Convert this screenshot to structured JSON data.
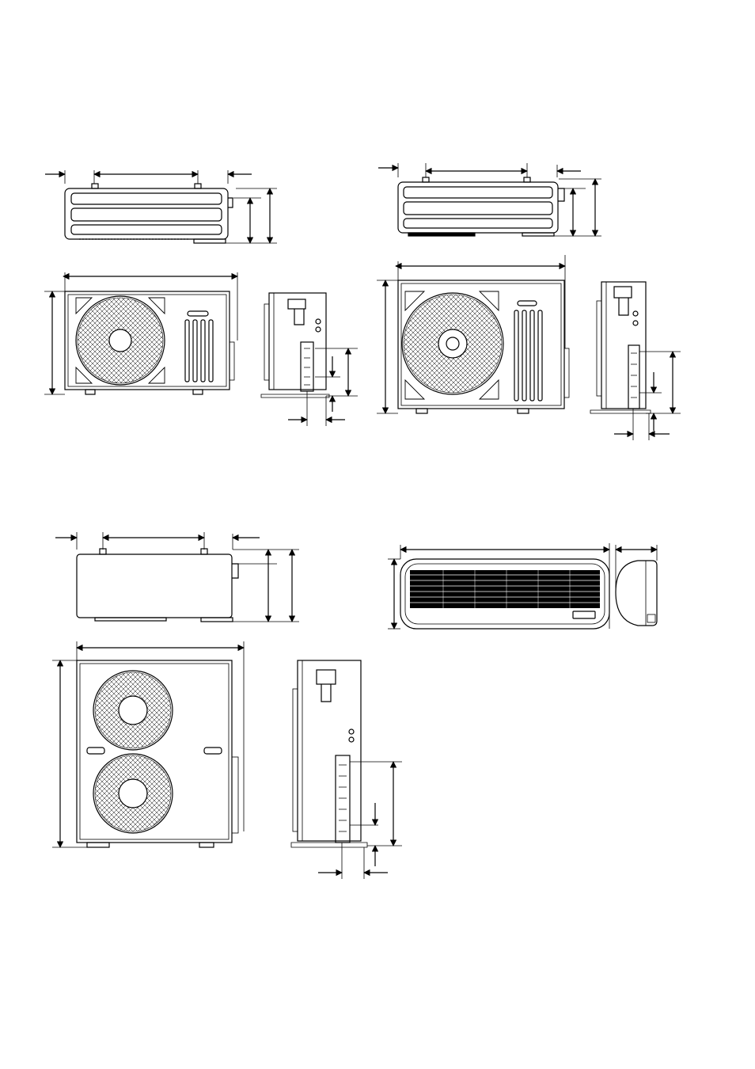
{
  "document": {
    "type": "dimension drawings of air-conditioner units",
    "colors": {
      "line": "#000000",
      "background": "#ffffff"
    },
    "figures": [
      {
        "id": "unit-a",
        "views": [
          "top-view",
          "front-view",
          "side-view"
        ]
      },
      {
        "id": "unit-b",
        "views": [
          "top-view",
          "front-view",
          "side-view"
        ]
      },
      {
        "id": "unit-c",
        "views": [
          "top-view",
          "front-view",
          "side-view"
        ]
      },
      {
        "id": "indoor-unit",
        "views": [
          "front-view",
          "side-view"
        ]
      }
    ],
    "indoor_unit": {
      "logo_text": ""
    }
  }
}
